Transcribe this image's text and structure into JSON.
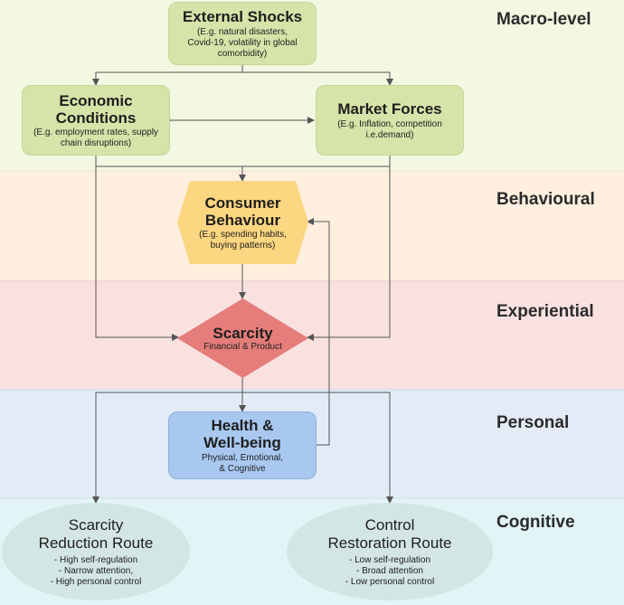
{
  "levels": {
    "macro": "Macro-level",
    "behavioural": "Behavioural",
    "experiential": "Experiential",
    "personal": "Personal",
    "cognitive": "Cognitive"
  },
  "nodes": {
    "external_shocks": {
      "title": "External Shocks",
      "sub": "(E.g. natural disasters,\nCovid-19, volatility in global\ncomorbidity)"
    },
    "economic_conditions": {
      "title": "Economic\nConditions",
      "sub": "(E.g. employment rates, supply\nchain disruptions)"
    },
    "market_forces": {
      "title": "Market Forces",
      "sub": "(E.g. Inflation, competition\ni.e.demand)"
    },
    "consumer_behaviour": {
      "title": "Consumer\nBehaviour",
      "sub": "(E.g. spending habits,\nbuying patterns)"
    },
    "scarcity": {
      "title": "Scarcity",
      "sub": "Financial & Product"
    },
    "health": {
      "title": "Health &\nWell-being",
      "sub": "Physical, Emotional,\n& Cognitive"
    },
    "scarcity_reduction": {
      "title": "Scarcity\nReduction Route",
      "sub": "- High self-regulation\n- Narrow attention,\n- High personal control"
    },
    "control_restoration": {
      "title": "Control\nRestoration Route",
      "sub": "- Low self-regulation\n- Broad attention\n- Low personal control"
    }
  },
  "colors": {
    "macro_band": "#f3f8e2",
    "behavioural_band": "#feefdf",
    "experiential_band": "#f9e1e0",
    "personal_band": "#e3ebf7",
    "cognitive_band": "#e2f4f6",
    "green_node": "#d6e3a9",
    "orange_node": "#fcd680",
    "red_node": "#e57d7b",
    "blue_node": "#a8c8ef",
    "teal_node": "#d3e6e4",
    "connector": "#555555"
  }
}
